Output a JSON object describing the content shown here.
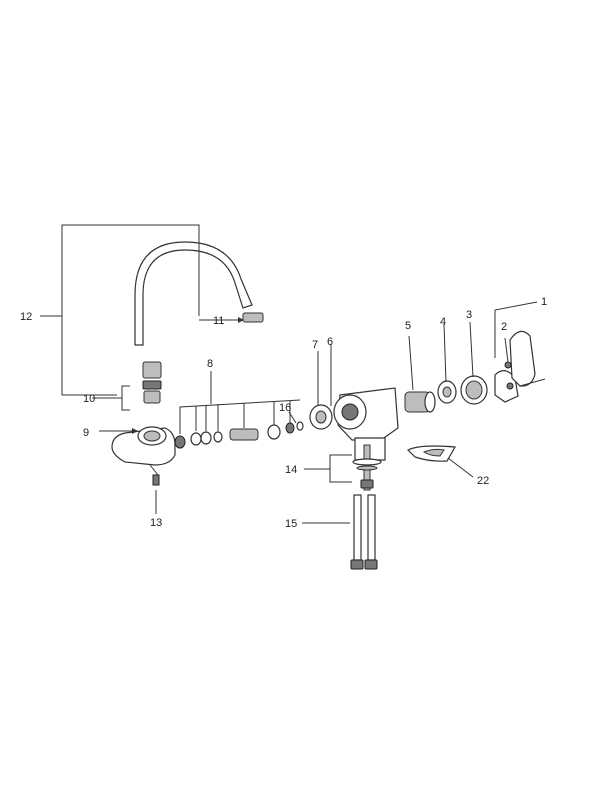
{
  "diagram": {
    "callouts": {
      "c1": "1",
      "c2": "2",
      "c3": "3",
      "c4": "4",
      "c5": "5",
      "c6": "6",
      "c7": "7",
      "c8": "8",
      "c9": "9",
      "c10": "10",
      "c11": "11",
      "c12": "12",
      "c13": "13",
      "c14": "14",
      "c15": "15",
      "c16": "16",
      "c22": "22"
    }
  }
}
